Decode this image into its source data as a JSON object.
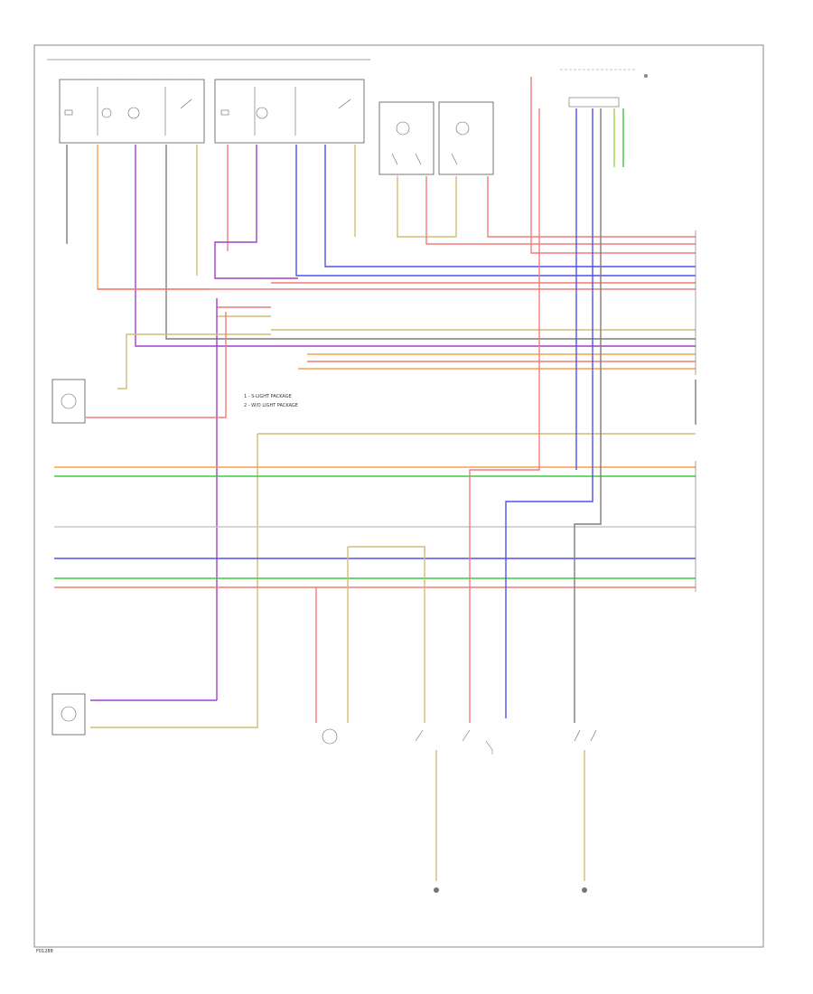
{
  "diagram": {
    "footer_code": "F01288",
    "notes": [
      "1 - S-LIGHT PACKAGE",
      "2 - W/O LIGHT PACKAGE"
    ],
    "colors": {
      "red": "#f47a7a",
      "orange": "#f7a14a",
      "violet": "#a040c8",
      "gray": "#7d7d7d",
      "tan": "#d2bd72",
      "blue": "#5050ee",
      "green": "#3fcb3f",
      "brown": "#b89d6a",
      "ltgray": "#c8c8c8",
      "pink": "#f2a0b5",
      "ywgreen": "#9bd84a"
    }
  }
}
